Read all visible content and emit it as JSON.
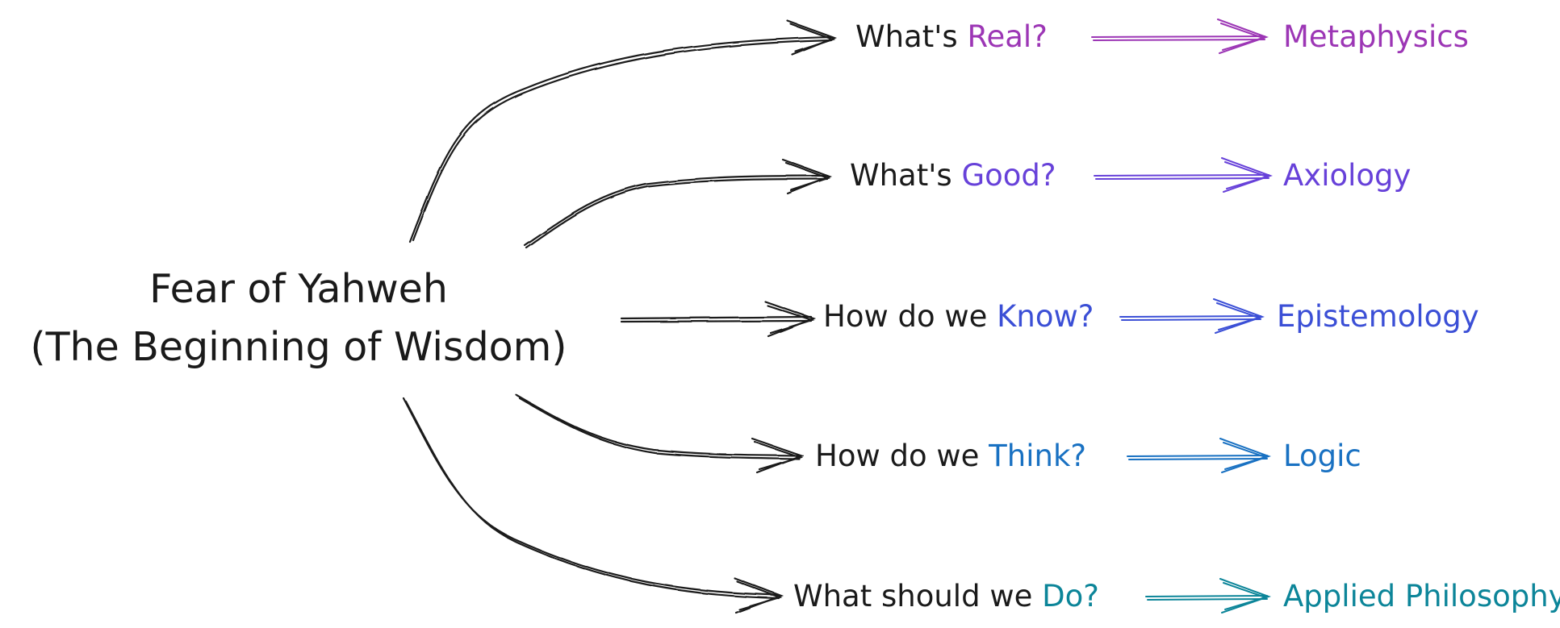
{
  "root": {
    "line1": "Fear of Yahweh",
    "line2": "(The Beginning of Wisdom)"
  },
  "colors": {
    "ink": "#1a1a1a",
    "branch_1": "#9c36b5",
    "branch_2": "#6741d9",
    "branch_3": "#3b4fd6",
    "branch_4": "#1971c2",
    "branch_5": "#0c8599"
  },
  "branches": [
    {
      "prefix": "What's",
      "keyword": "Real?",
      "field": "Metaphysics",
      "color": "#9c36b5"
    },
    {
      "prefix": "What's",
      "keyword": "Good?",
      "field": "Axiology",
      "color": "#6741d9"
    },
    {
      "prefix": "How do we",
      "keyword": "Know?",
      "field": "Epistemology",
      "color": "#3b4fd6"
    },
    {
      "prefix": "How do we",
      "keyword": "Think?",
      "field": "Logic",
      "color": "#1971c2"
    },
    {
      "prefix": "What should we",
      "keyword": "Do?",
      "field": "Applied Philosophy",
      "color": "#0c8599"
    }
  ]
}
